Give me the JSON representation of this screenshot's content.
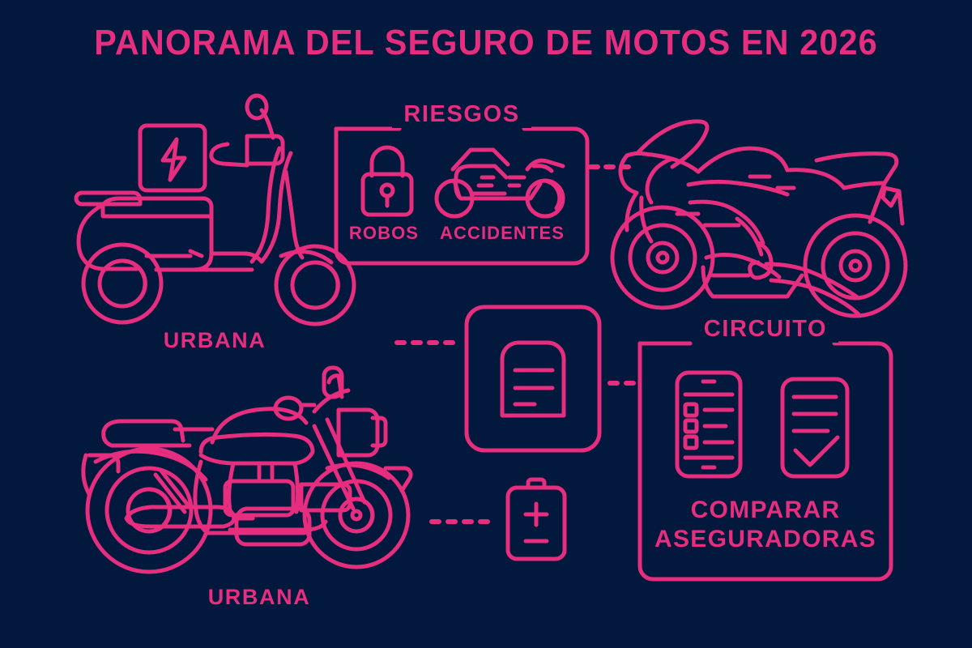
{
  "page": {
    "title": "PANORAMA DEL SEGURO DE MOTOS EN 2026",
    "background_color": "#03183d",
    "accent_color": "#e62d7e"
  },
  "vehicles": {
    "scooter": {
      "label": "URBANA",
      "icon": "electric-scooter-icon",
      "box_icon": "lightning-bolt-icon"
    },
    "sportbike": {
      "label": "",
      "icon": "sport-motorcycle-icon"
    },
    "classic": {
      "label": "URBANA",
      "icon": "classic-motorcycle-icon"
    }
  },
  "panels": {
    "riesgos": {
      "title": "RIESGOS",
      "items": [
        {
          "label": "ROBOS",
          "icon": "padlock-icon"
        },
        {
          "label": "ACCIDENTES",
          "icon": "crashed-motorcycle-icon"
        }
      ]
    },
    "circuito": {
      "title": "CIRCUITO",
      "cta_line1": "COMPARAR",
      "cta_line2": "ASEGURADORAS",
      "items": [
        {
          "icon": "smartphone-checklist-icon"
        },
        {
          "icon": "document-check-icon"
        }
      ]
    }
  },
  "center": {
    "document_box": {
      "icon": "document-lines-icon"
    },
    "battery": {
      "icon": "battery-plus-minus-icon",
      "plus": "+",
      "minus": "-"
    }
  },
  "connectors": [
    {
      "name": "riesgos-to-sportbike",
      "style": "dotted"
    },
    {
      "name": "scooter-to-document",
      "style": "dotted"
    },
    {
      "name": "document-to-circuito",
      "style": "dotted"
    },
    {
      "name": "classic-to-battery",
      "style": "dotted"
    }
  ]
}
